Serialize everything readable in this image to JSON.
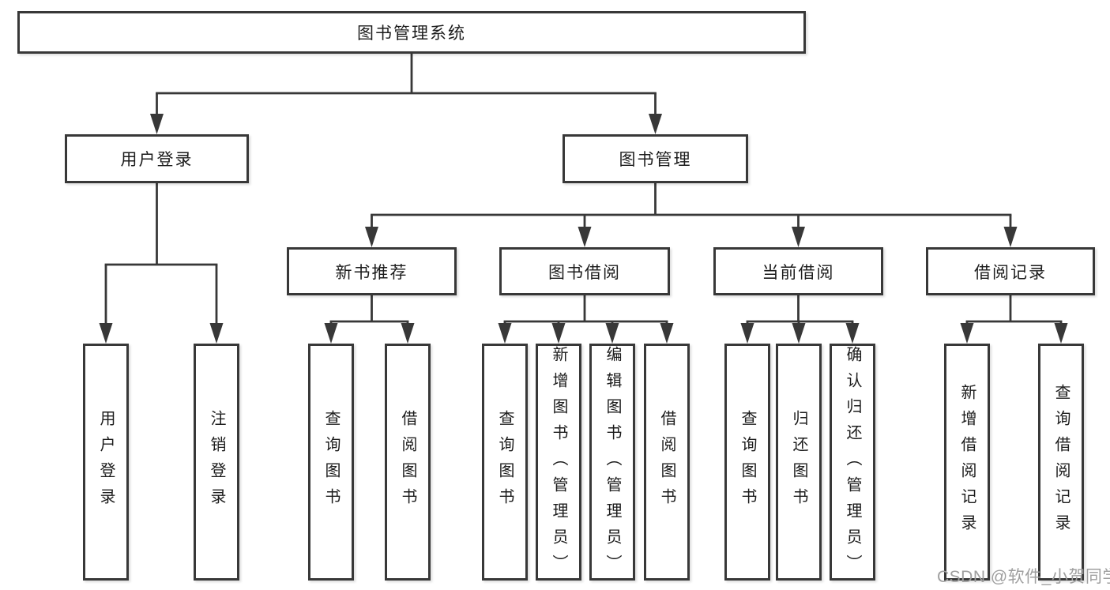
{
  "diagram": {
    "title": "图书管理系统",
    "nodes": [
      {
        "id": "root",
        "label": "图书管理系统",
        "parent": null
      },
      {
        "id": "login",
        "label": "用户登录",
        "parent": "root"
      },
      {
        "id": "bookmgmt",
        "label": "图书管理",
        "parent": "root"
      },
      {
        "id": "login-user",
        "label": "用户登录",
        "parent": "login"
      },
      {
        "id": "login-logout",
        "label": "注销登录",
        "parent": "login"
      },
      {
        "id": "newbook",
        "label": "新书推荐",
        "parent": "bookmgmt"
      },
      {
        "id": "borrow",
        "label": "图书借阅",
        "parent": "bookmgmt"
      },
      {
        "id": "current",
        "label": "当前借阅",
        "parent": "bookmgmt"
      },
      {
        "id": "records",
        "label": "借阅记录",
        "parent": "bookmgmt"
      },
      {
        "id": "newbook-query",
        "label": "查询图书",
        "parent": "newbook"
      },
      {
        "id": "newbook-borrow",
        "label": "借阅图书",
        "parent": "newbook"
      },
      {
        "id": "borrow-query",
        "label": "查询图书",
        "parent": "borrow"
      },
      {
        "id": "borrow-add",
        "label": "新增图书（管理员）",
        "parent": "borrow"
      },
      {
        "id": "borrow-edit",
        "label": "编辑图书（管理员）",
        "parent": "borrow"
      },
      {
        "id": "borrow-borrow",
        "label": "借阅图书",
        "parent": "borrow"
      },
      {
        "id": "current-query",
        "label": "查询图书",
        "parent": "current"
      },
      {
        "id": "current-return",
        "label": "归还图书",
        "parent": "current"
      },
      {
        "id": "current-confirm",
        "label": "确认归还（管理员）",
        "parent": "current"
      },
      {
        "id": "records-add",
        "label": "新增借阅记录",
        "parent": "records"
      },
      {
        "id": "records-query",
        "label": "查询借阅记录",
        "parent": "records"
      }
    ]
  },
  "watermark": {
    "text": "CSDN @软件_小贺同学"
  },
  "colors": {
    "line": "#383838",
    "border": "#383838",
    "text": "#1c1c1c",
    "watermark": "#9f9f9f",
    "background": "#ffffff"
  }
}
